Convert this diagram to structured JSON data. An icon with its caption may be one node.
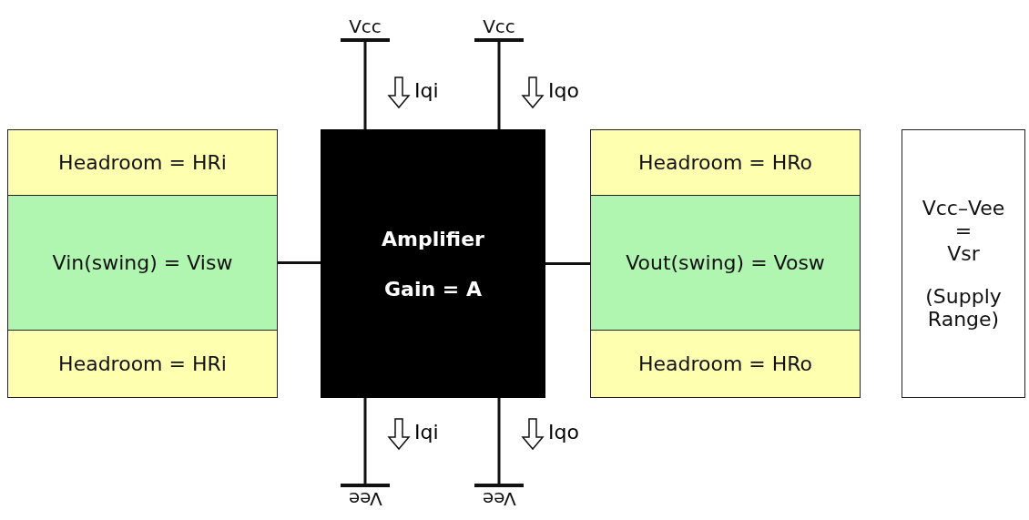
{
  "diagram": {
    "nodes": [
      {
        "text": [
          "Headroom = HRi"
        ]
      },
      {
        "text": [
          "Vin(swing) = Visw"
        ]
      },
      {
        "text": [
          "Headroom = HRi"
        ]
      },
      {
        "text": [
          "Amplifier",
          "Gain = A"
        ]
      },
      {
        "text": [
          "Headroom = HRo"
        ]
      },
      {
        "text": [
          "Vout(swing) = Vosw"
        ]
      },
      {
        "text": [
          "Headroom = HRo"
        ]
      },
      {
        "text": [
          "Vcc–Vee = Vsr",
          "(Supply Range)"
        ]
      },
      {
        "text": [
          "Vcc"
        ]
      },
      {
        "text": [
          "Vcc"
        ]
      },
      {
        "text": [
          "Vee"
        ]
      },
      {
        "text": [
          "Vee"
        ]
      }
    ],
    "edges": [
      {
        "from": 8,
        "to": 3,
        "arrow": "none"
      },
      {
        "from": 9,
        "to": 3,
        "arrow": "none"
      },
      {
        "from": 3,
        "to": 10,
        "arrow": "none"
      },
      {
        "from": 3,
        "to": 11,
        "arrow": "none"
      },
      {
        "from": 1,
        "to": 3,
        "arrow": "none"
      },
      {
        "from": 3,
        "to": 5,
        "arrow": "none"
      }
    ],
    "labels": [
      "Iqi",
      "Iqo",
      "Iqi",
      "Iqo"
    ]
  }
}
